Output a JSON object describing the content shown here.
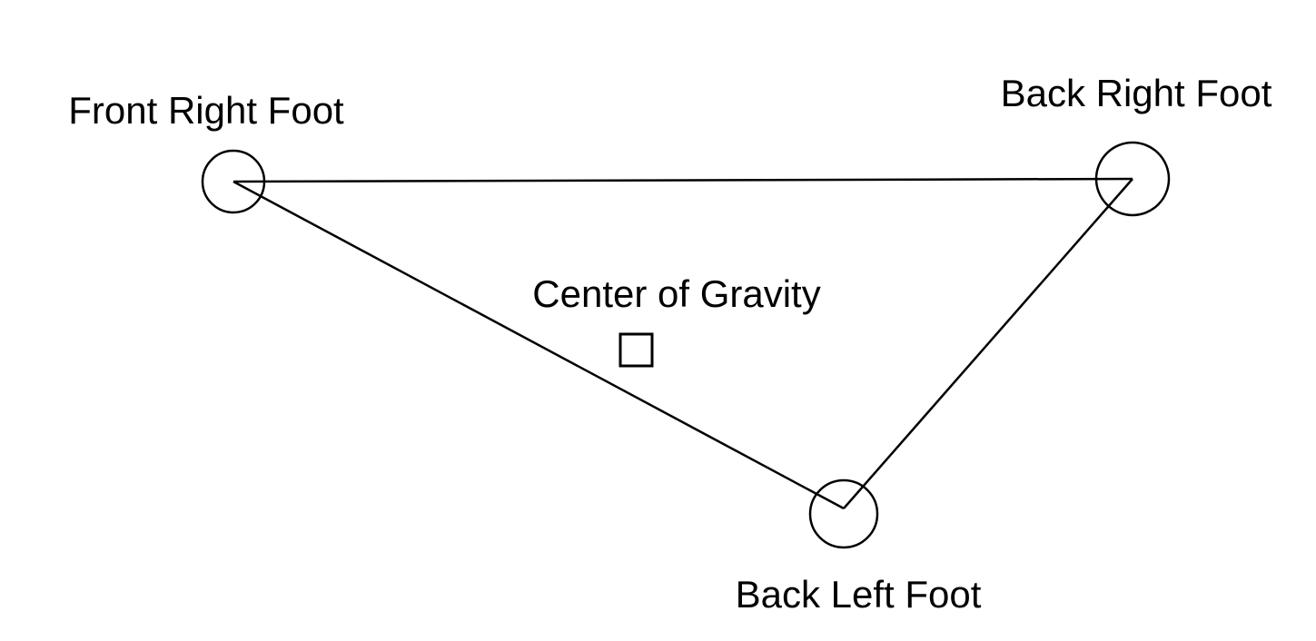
{
  "diagram": {
    "background_color": "#ffffff",
    "stroke_color": "#000000",
    "nodes": [
      {
        "id": "front-right-foot",
        "label": "Front Right Foot"
      },
      {
        "id": "back-right-foot",
        "label": "Back Right Foot"
      },
      {
        "id": "back-left-foot",
        "label": "Back Left Foot"
      }
    ],
    "center_of_gravity": {
      "label": "Center of Gravity",
      "marker": "square"
    },
    "edges": [
      {
        "from": "front-right-foot",
        "to": "back-right-foot"
      },
      {
        "from": "front-right-foot",
        "to": "back-left-foot"
      },
      {
        "from": "back-left-foot",
        "to": "back-right-foot"
      }
    ]
  }
}
